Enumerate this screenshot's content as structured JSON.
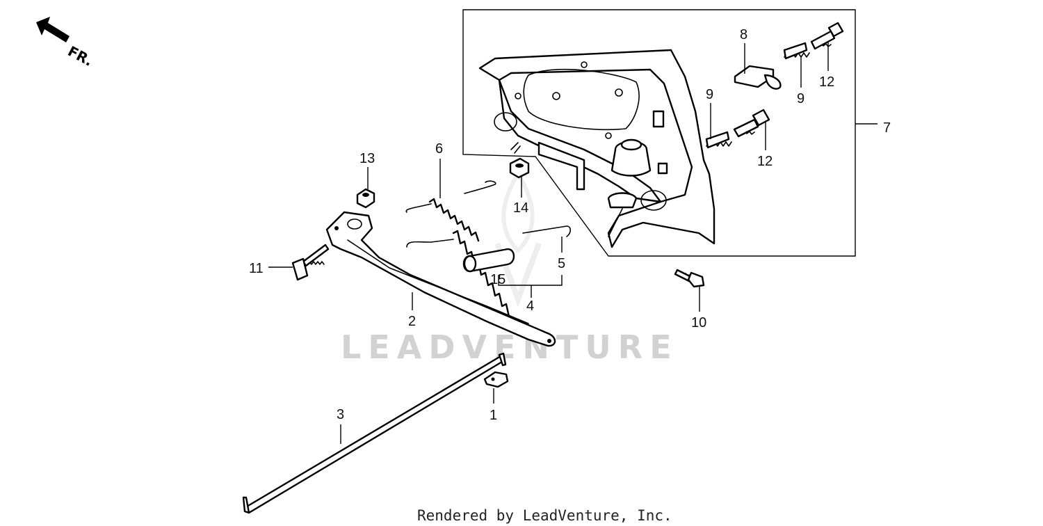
{
  "direction_label": "FR.",
  "watermark": "LEADVENTURE",
  "footer": "Rendered by LeadVenture, Inc.",
  "callouts": {
    "c1": "1",
    "c2": "2",
    "c3": "3",
    "c4": "4",
    "c5": "5",
    "c6": "6",
    "c7": "7",
    "c8": "8",
    "c9a": "9",
    "c9b": "9",
    "c10": "10",
    "c11": "11",
    "c12a": "12",
    "c12b": "12",
    "c13": "13",
    "c14": "14",
    "c15": "15"
  },
  "icons": {
    "direction": "front-arrow-icon"
  }
}
